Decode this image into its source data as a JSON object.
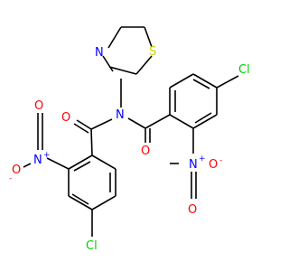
{
  "molecule": {
    "atoms": {
      "S": "S",
      "N_thiazoline": "N",
      "N_imide": "N",
      "Cl_right": "Cl",
      "Cl_bottom": "Cl",
      "O_left_carbonyl": "O",
      "O_right_carbonyl": "O",
      "N_nitro_left": "N",
      "O_nitro_left_top": "O",
      "O_nitro_left_side": "O",
      "N_nitro_right": "N",
      "O_nitro_right_side": "O",
      "O_nitro_right_bottom": "O"
    },
    "charges": {
      "nitro_plus": "+",
      "oxide_minus": "-"
    },
    "colors": {
      "bond": "#000000",
      "nitrogen": "#0000FF",
      "oxygen": "#FF0000",
      "sulfur": "#CCCC00",
      "chlorine": "#00CC00"
    }
  }
}
